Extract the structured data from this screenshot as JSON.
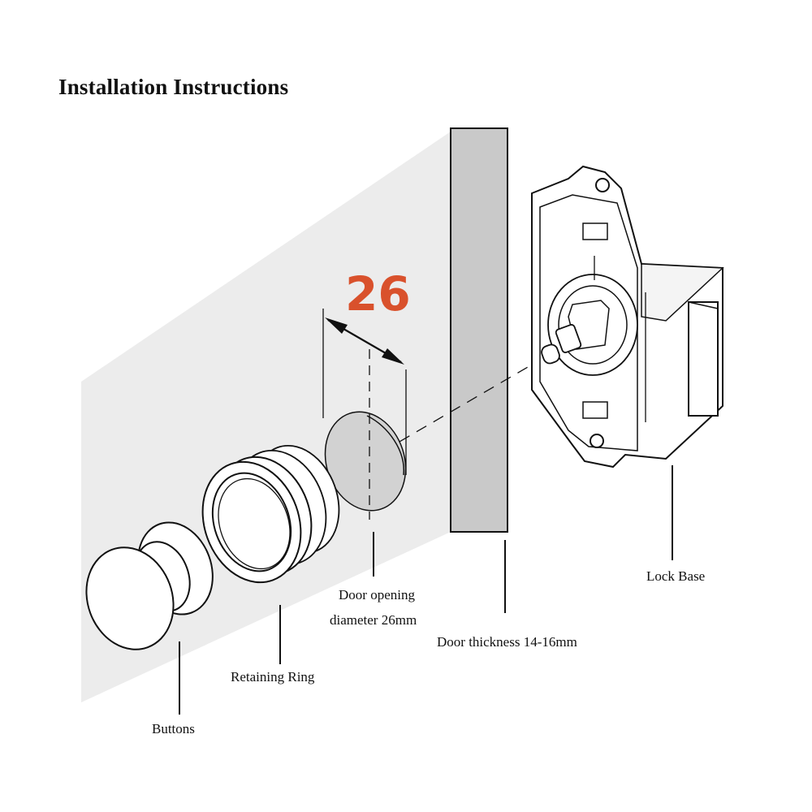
{
  "title": "Installation Instructions",
  "dimension_value": "26",
  "labels": {
    "door_opening_line1": "Door opening",
    "door_opening_line2": "diameter 26mm",
    "door_thickness": "Door thickness 14-16mm",
    "lock_base": "Lock Base",
    "retaining_ring": "Retaining Ring",
    "buttons": "Buttons"
  },
  "colors": {
    "accent": "#d9512c",
    "wall": "#ececec",
    "door_panel": "#c9c9c9",
    "hole": "#d2d2d2",
    "line": "#111111"
  },
  "icons": [
    "push-button",
    "retaining-ring",
    "door-hole",
    "door-panel",
    "lock-base",
    "dimension-arrow"
  ]
}
